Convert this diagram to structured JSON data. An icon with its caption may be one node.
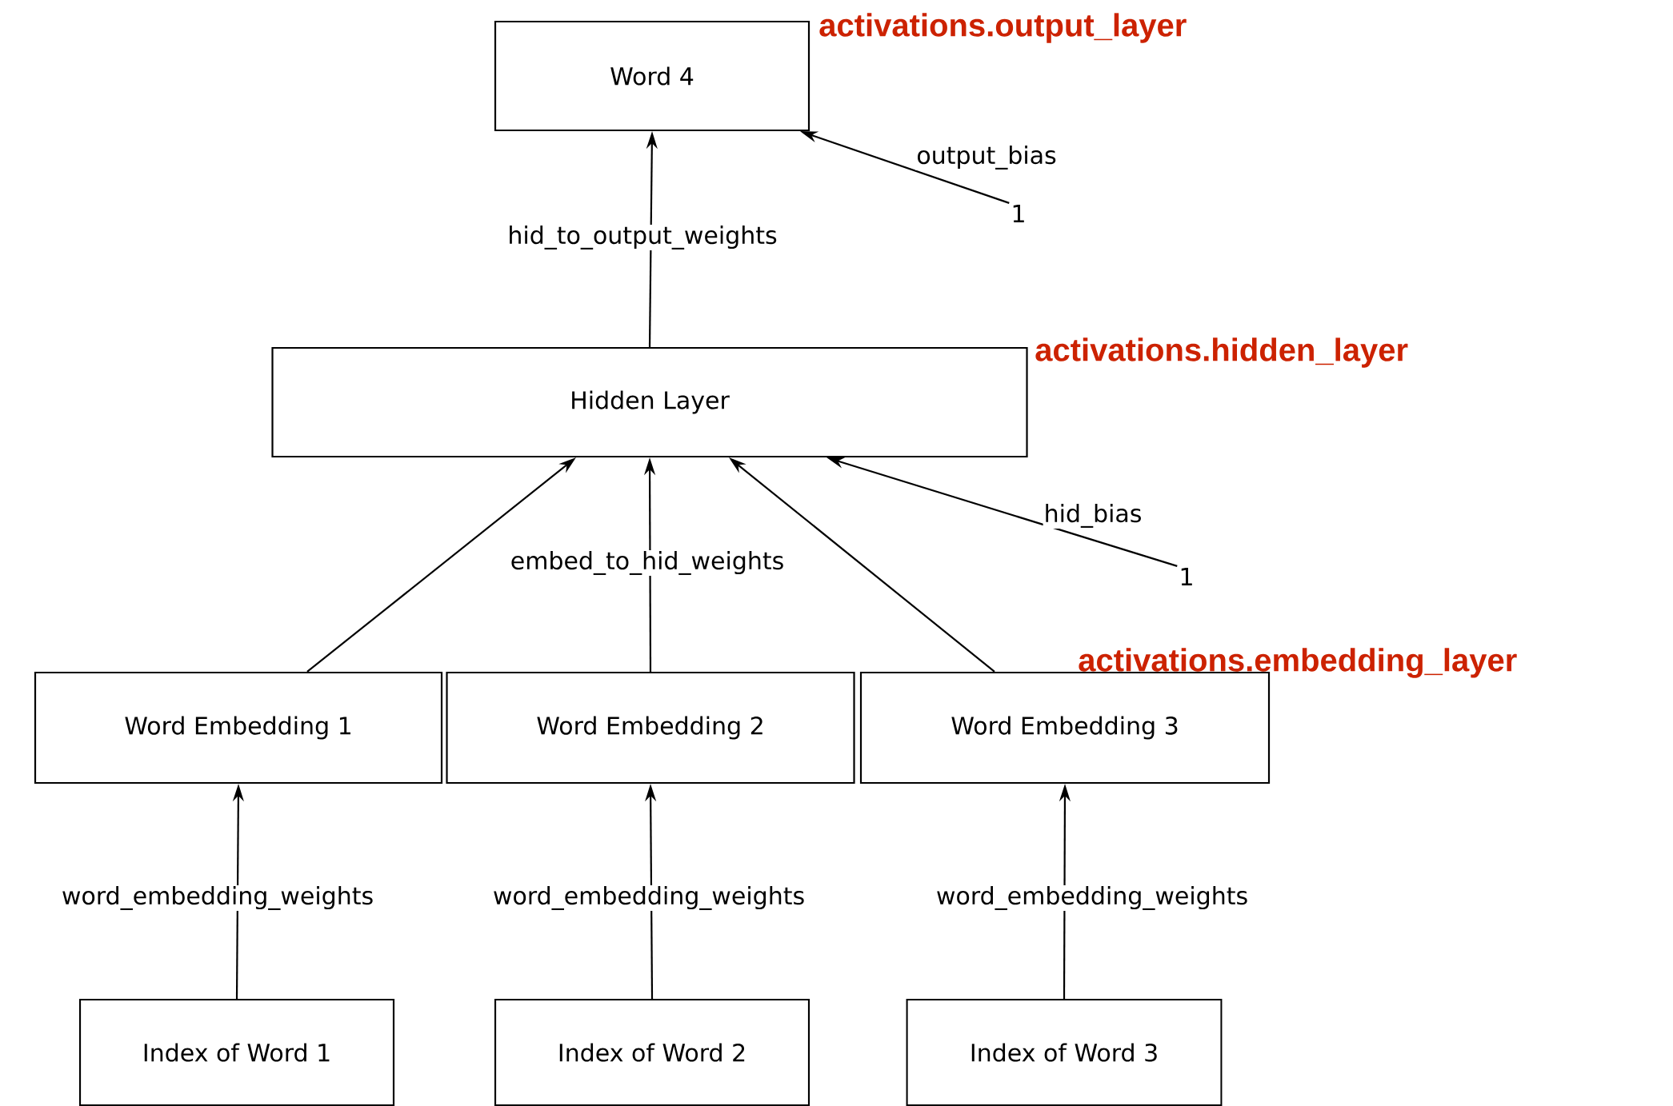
{
  "diagram": {
    "nodes": [
      {
        "text": [
          "Word 4"
        ]
      },
      {
        "text": [
          "Hidden Layer"
        ]
      },
      {
        "text": [
          "Word Embedding 1"
        ]
      },
      {
        "text": [
          "Word Embedding 2"
        ]
      },
      {
        "text": [
          "Word Embedding 3"
        ]
      },
      {
        "text": [
          "Index of Word 1"
        ]
      },
      {
        "text": [
          "Index of Word 2"
        ]
      },
      {
        "text": [
          "Index of Word 3"
        ]
      },
      {
        "text": [
          "1"
        ]
      },
      {
        "text": [
          "1"
        ]
      }
    ],
    "edges": [
      {
        "from": 2,
        "to": 1,
        "arrow": "to"
      },
      {
        "from": 3,
        "to": 1,
        "arrow": "to",
        "label": "embed_to_hid_weights"
      },
      {
        "from": 4,
        "to": 1,
        "arrow": "to"
      },
      {
        "from": 9,
        "to": 1,
        "arrow": "to",
        "label": "hid_bias"
      },
      {
        "from": 1,
        "to": 0,
        "arrow": "to",
        "label": "hid_to_output_weights"
      },
      {
        "from": 8,
        "to": 0,
        "arrow": "to",
        "label": "output_bias"
      },
      {
        "from": 5,
        "to": 2,
        "arrow": "to",
        "label": "word_embedding_weights"
      },
      {
        "from": 6,
        "to": 3,
        "arrow": "to",
        "label": "word_embedding_weights"
      },
      {
        "from": 7,
        "to": 4,
        "arrow": "to",
        "label": "word_embedding_weights"
      }
    ],
    "labels": [
      "activations.output_layer",
      "activations.hidden_layer",
      "activations.embedding_layer"
    ]
  }
}
